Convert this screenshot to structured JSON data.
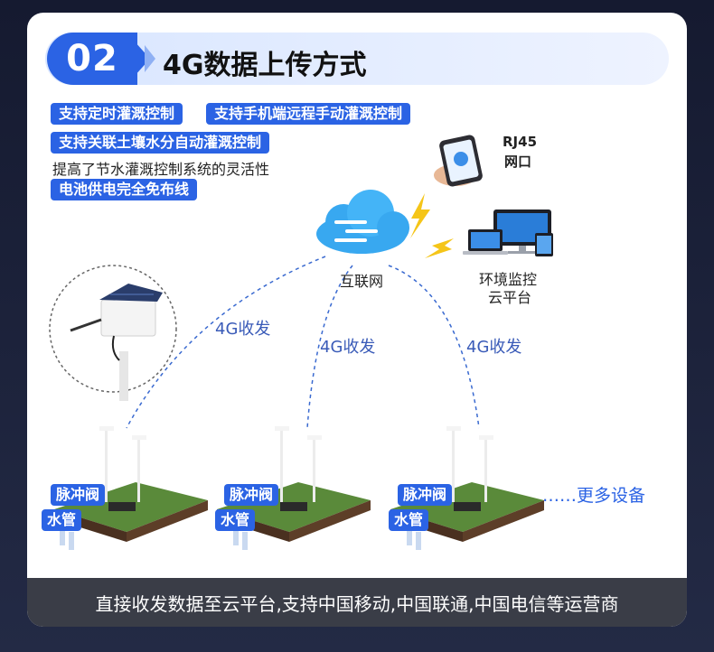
{
  "header": {
    "number": "02",
    "title": "4G数据上传方式"
  },
  "features": {
    "tag1": "支持定时灌溉控制",
    "tag2": "支持手机端远程手动灌溉控制",
    "tag3": "支持关联土壤水分自动灌溉控制",
    "note": "提高了节水灌溉控制系统的灵活性",
    "tag4": "电池供电完全免布线"
  },
  "network": {
    "phone_label_line1": "RJ45",
    "phone_label_line2": "网口",
    "internet_label": "互联网",
    "platform_label_line1": "环境监控",
    "platform_label_line2": "云平台",
    "link_labels": [
      "4G收发",
      "4G收发",
      "4G收发"
    ]
  },
  "sites": [
    {
      "valve_label": "脉冲阀",
      "pipe_label": "水管"
    },
    {
      "valve_label": "脉冲阀",
      "pipe_label": "水管"
    },
    {
      "valve_label": "脉冲阀",
      "pipe_label": "水管"
    }
  ],
  "more_devices": "……更多设备",
  "footer": "直接收发数据至云平台,支持中国移动,中国联通,中国电信等运营商",
  "colors": {
    "accent": "#2b63e4",
    "cloud": "#38a8f0",
    "footer_bg": "#3a3d47",
    "grass": "#5a8a3a",
    "soil": "#4a3020"
  }
}
